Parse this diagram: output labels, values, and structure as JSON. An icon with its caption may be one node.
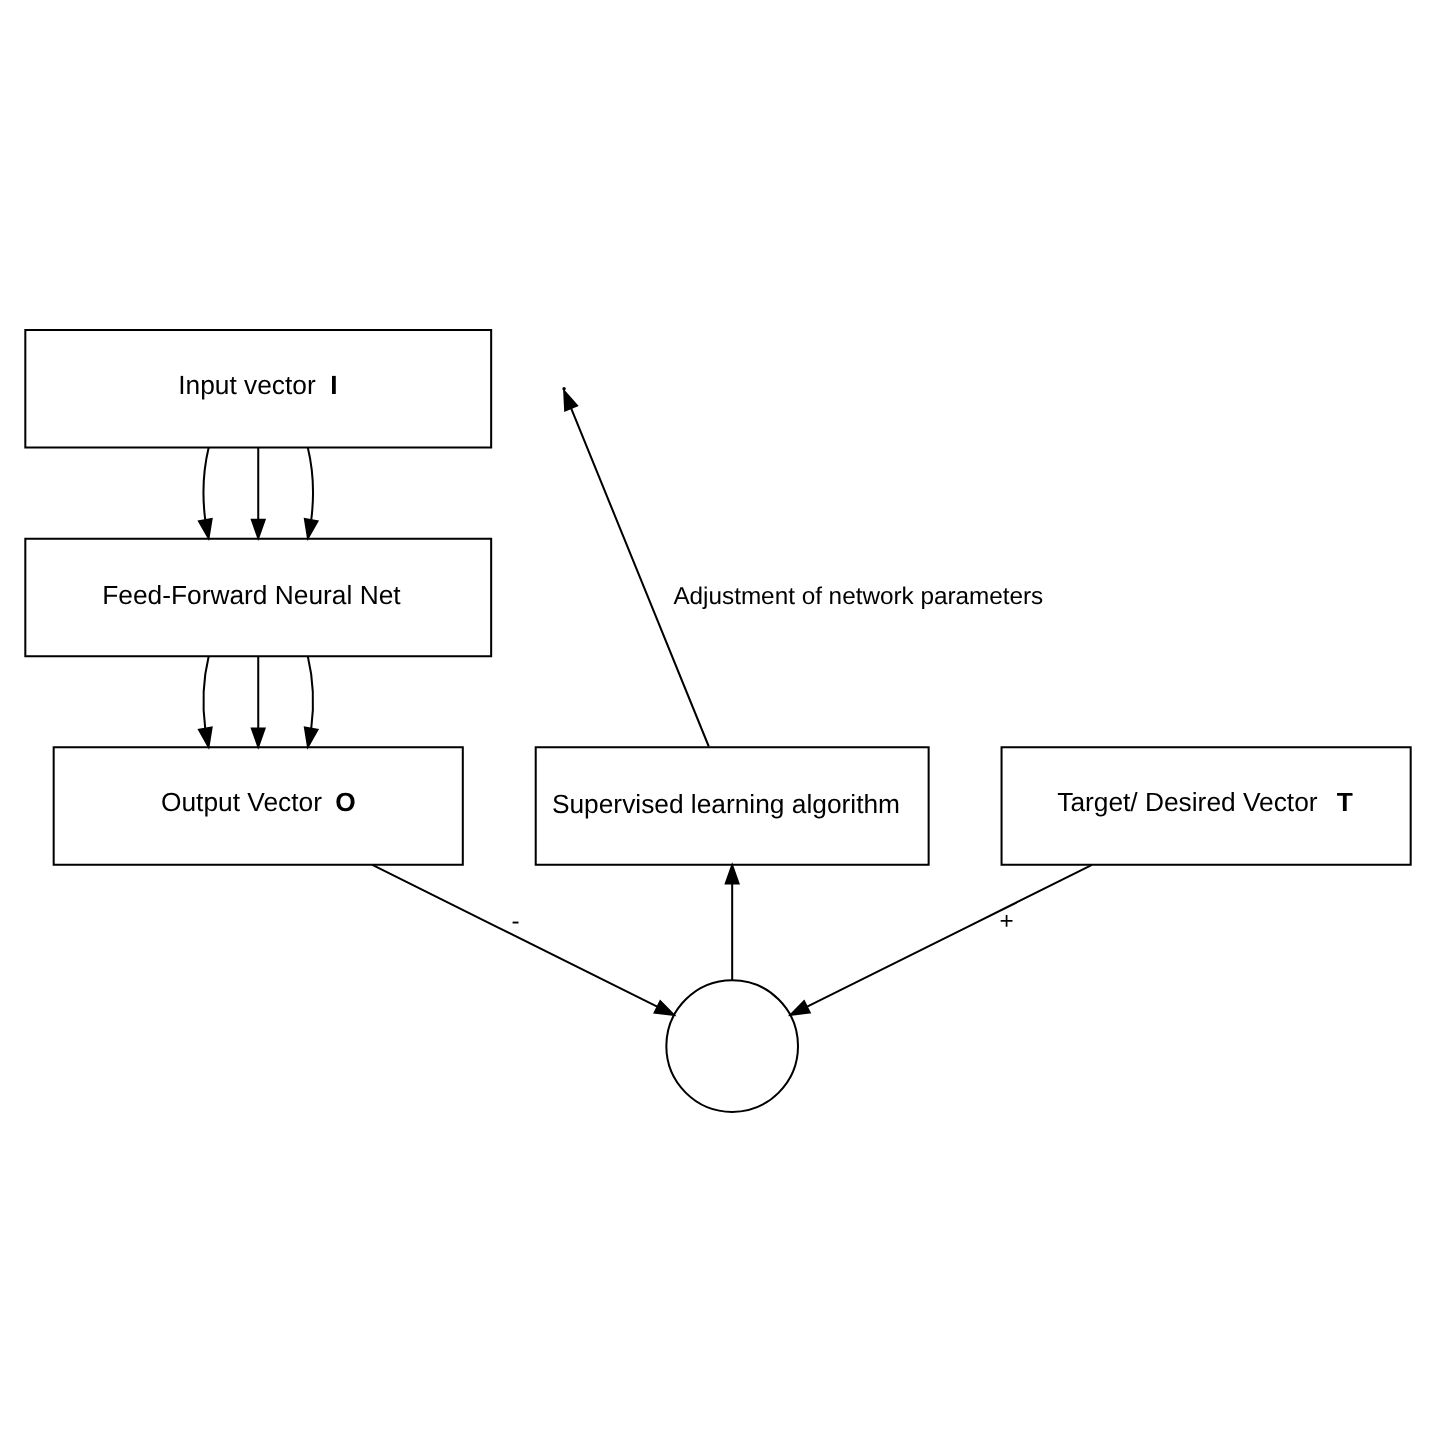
{
  "diagram": {
    "nodes": [
      {
        "text": [
          "Input vector **I**"
        ]
      },
      {
        "text": [
          "Feed-Forward Neural Net"
        ]
      },
      {
        "text": [
          "Output Vector **O**"
        ]
      },
      {
        "text": [],
        "shape": "circle"
      },
      {
        "text": [
          "Target/ Desired Vector **T**"
        ]
      },
      {
        "text": [
          "Supervised learning algorithm"
        ]
      }
    ],
    "edges": [
      {
        "from": 0,
        "to": 1,
        "arrow": "to"
      },
      {
        "from": 0,
        "to": 1,
        "arrow": "to"
      },
      {
        "from": 0,
        "to": 1,
        "arrow": "to"
      },
      {
        "from": 1,
        "to": 2,
        "arrow": "to"
      },
      {
        "from": 1,
        "to": 2,
        "arrow": "to"
      },
      {
        "from": 1,
        "to": 2,
        "arrow": "to"
      },
      {
        "from": 2,
        "to": 3,
        "arrow": "to",
        "label": "-"
      },
      {
        "from": 4,
        "to": 3,
        "arrow": "to",
        "label": "+"
      },
      {
        "from": 3,
        "to": 5,
        "arrow": "to"
      },
      {
        "from": 5,
        "to": null,
        "arrow": "to",
        "label": "Adjustment of network parameters"
      }
    ]
  }
}
